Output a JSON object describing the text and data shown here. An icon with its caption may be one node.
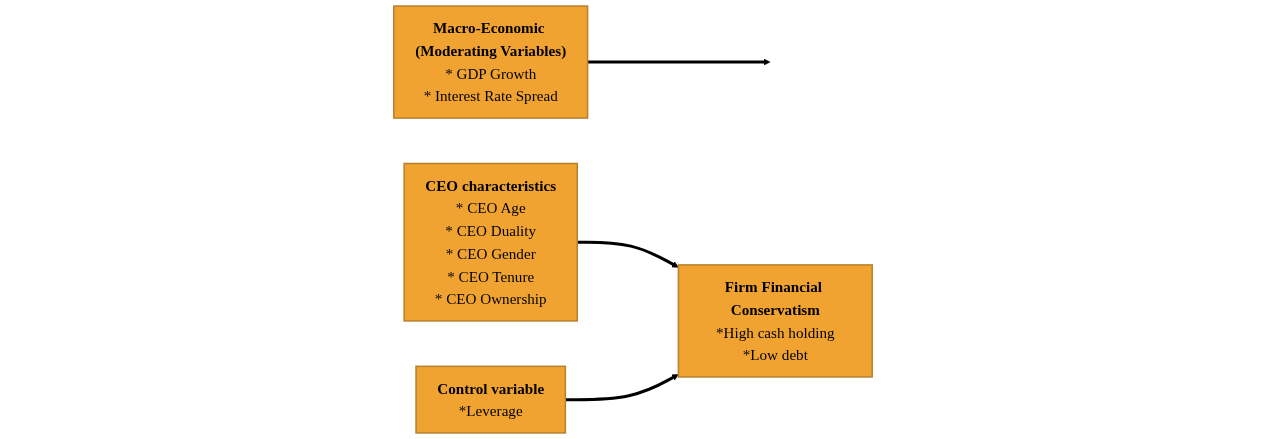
{
  "diagram": {
    "nodes": [
      {
        "text": [
          "Macro-Economic (Moderating Variables)",
          "* GDP Growth",
          "* Interest Rate Spread"
        ]
      },
      {
        "text": [
          "CEO characteristics",
          "* CEO Age",
          "* CEO Duality",
          "* CEO Gender",
          "* CEO Tenure",
          "* CEO Ownership"
        ]
      },
      {
        "text": [
          "Firm Financial Conservatism",
          "*High cash holding",
          "*Low debt"
        ]
      },
      {
        "text": [
          "Control variable",
          "*Leverage"
        ]
      }
    ],
    "edges": [
      {
        "from": 1,
        "to": 2,
        "arrow": "to"
      },
      {
        "from": 0,
        "to": null,
        "arrow": "to"
      },
      {
        "from": 3,
        "to": 2,
        "arrow": "to"
      }
    ]
  }
}
